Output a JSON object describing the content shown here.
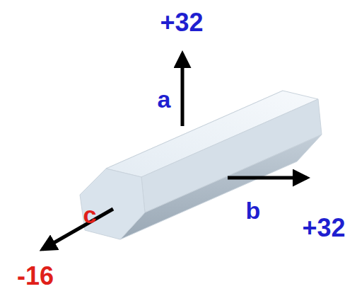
{
  "diagram": {
    "labels": [
      "+32",
      "a",
      "c",
      "b",
      "+32",
      "-16"
    ]
  }
}
